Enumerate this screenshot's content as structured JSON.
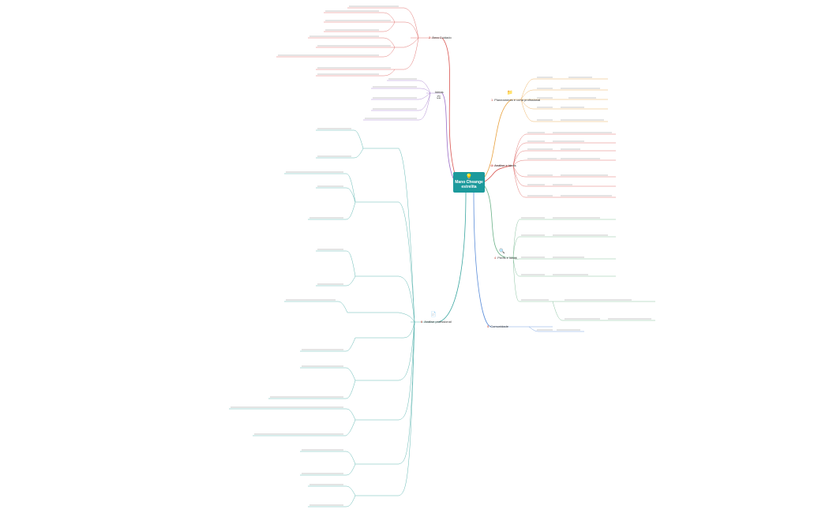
{
  "central": {
    "title_line1": "Mano Cheange",
    "title_line2": "estrelita",
    "icon": "lightbulb-icon"
  },
  "branches": [
    {
      "id": "b1",
      "num": "1",
      "label": "Planeamento e ucha profissional",
      "icon": "folder-icon"
    },
    {
      "id": "b2",
      "num": "2",
      "label": "Área Cuidado",
      "icon": "flag-icon"
    },
    {
      "id": "b3",
      "num": "3",
      "label": "Análise e Ideas",
      "icon": "tree-icon"
    },
    {
      "id": "b4",
      "num": "4",
      "label": "Perfis e Ideas",
      "icon": "magnifier-icon"
    },
    {
      "id": "b5",
      "num": "5",
      "label": "Comunidade",
      "icon": ""
    },
    {
      "id": "b6",
      "num": "6",
      "label": "Análise profissional",
      "icon": "document-icon"
    },
    {
      "id": "b7",
      "num": "",
      "label": "Ideias",
      "icon": "scale-icon"
    }
  ],
  "colors": {
    "central_bg": "#1c9a9c",
    "branch_orange": "#e8a03c",
    "branch_red": "#d9534f",
    "branch_green": "#6ab187",
    "branch_blue": "#5b8dd9",
    "branch_teal": "#3aa6a0",
    "branch_purple": "#9b6dc6"
  }
}
